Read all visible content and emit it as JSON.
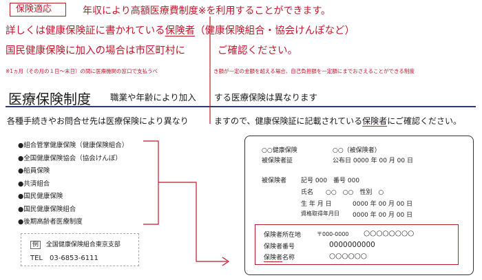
{
  "header": {
    "badge": "保険適応",
    "line1": "年収により高額医療費制度※を利用することができます。",
    "line2_pre": "詳しくは健康保険証に書かれている",
    "line2_em": "保険者",
    "line2_post": "（健康保険組合・協会けんぽなど）",
    "line3_left": "国民健康保険に加入の場合は市区町村に",
    "line3_right": "ご確認ください。",
    "note_left": "※1ヵ月（その月の１日～末日）の間に医療機関の窓口で支払うべ",
    "note_right": "き額が一定の金額を超える場合、自己負担額を一定額にまでおさえることができる制度"
  },
  "section": {
    "title": "医療保険制度",
    "subtitle_left": "職業や年齢により加入",
    "subtitle_right": "する医療保険は異なります",
    "body_left": "各種手続きやお問合せ先は医療保険により異なり",
    "body_right_pre": "ますので、健康保険証に記載されている",
    "body_right_em": "保険者",
    "body_right_post": "にご確認ください。"
  },
  "insurers": [
    "●組合管掌健康保険（健康保険組合）",
    "●全国健康保険協会（協会けんぽ）",
    "●船員保険",
    "●共済組合",
    "●国民健康保険",
    "●国民健康保険組合",
    "●後期高齢者医療制度"
  ],
  "example": {
    "tag": "例",
    "name": "全国健康保険組合東京支部",
    "tel": "TEL　03-6853-6111"
  },
  "card": {
    "insurance_label": "○○健康保険",
    "insured": "○○（被保険者）",
    "card_title": "被保険者証",
    "issue_date": "公布日 0000 年 00 月 00 日",
    "insured_label": "被保険者",
    "kigo": "記号 000　番号 000",
    "name_row": "氏名　　○○　○○　性別　○",
    "birth_label": "生 年 月 日",
    "birth_value": "0000 年 00 月 00 日",
    "acq_label": "資格取得年月日",
    "acq_value": "0000 年 00 月 00 日",
    "addr_label": "保険者所在地",
    "addr_postal": "〒000-0000",
    "addr_value": "○○○○○○○○",
    "num_label": "保険者番号",
    "num_value": "0000000000",
    "name_label_em": "保険者",
    "name_label_post": "名称",
    "name_value": "○○○○○○"
  },
  "colors": {
    "accent": "#c0182b",
    "navy": "#2e3a6e"
  }
}
